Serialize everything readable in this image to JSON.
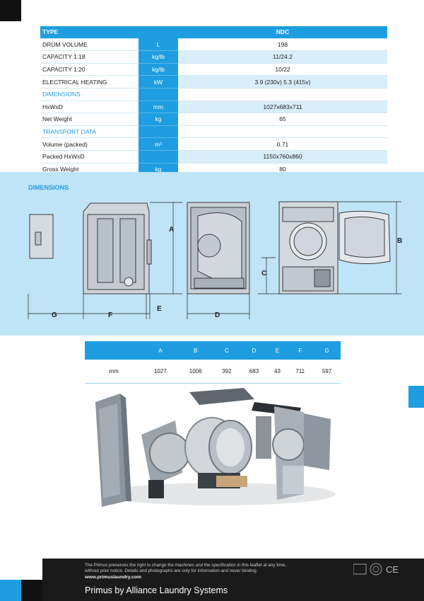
{
  "spec_table": {
    "header": {
      "label": "TYPE",
      "value": "NDC"
    },
    "rows": [
      {
        "label": "DRUM VOLUME",
        "unit": "L",
        "value": "198"
      },
      {
        "label": "CAPACITY 1:18",
        "unit": "kg/lb",
        "value": "11/24.2"
      },
      {
        "label": "CAPACITY 1:20",
        "unit": "kg/lb",
        "value": "10/22"
      },
      {
        "label": "ELECTRICAL HEATING",
        "unit": "kW",
        "value": "3.9 (230v) 5.3 (415v)"
      },
      {
        "label": "DIMENSIONS",
        "unit": "",
        "value": ""
      },
      {
        "label": "HxWxD",
        "unit": "mm",
        "value": "1027x683x711"
      },
      {
        "label": "Net Weight",
        "unit": "kg",
        "value": "65"
      },
      {
        "label": "TRANSPORT DATA",
        "unit": "",
        "value": ""
      },
      {
        "label": "Volume (packed)",
        "unit": "m³",
        "value": "0.71"
      },
      {
        "label": "Packed HxWxD",
        "unit": "",
        "value": "1150x760x860"
      },
      {
        "label": "Gross Weight",
        "unit": "kg",
        "value": "80"
      }
    ]
  },
  "dimensions_section": {
    "title": "DIMENSIONS",
    "labels": {
      "A": "A",
      "B": "B",
      "C": "C",
      "D": "D",
      "E": "E",
      "F": "F",
      "G": "G"
    }
  },
  "dims_table": {
    "columns": [
      "A",
      "B",
      "C",
      "D",
      "E",
      "F",
      "G"
    ],
    "row_label": "mm",
    "values": [
      "1027",
      "1006",
      "392",
      "683",
      "43",
      "711",
      "597"
    ]
  },
  "footer": {
    "disclaimer_line1": "The Primus preserves the right to change the machines and the specification in this leaflet at any time,",
    "disclaimer_line2": "without prior notice. Details and photographs are only for information and never binding.",
    "url": "www.primuslaundry.com",
    "brand": "Primus by Alliance Laundry Systems",
    "cert_text": "CE"
  },
  "colors": {
    "accent": "#1e9ee0",
    "band": "#bfe4f7",
    "dark": "#1a1a1a"
  }
}
